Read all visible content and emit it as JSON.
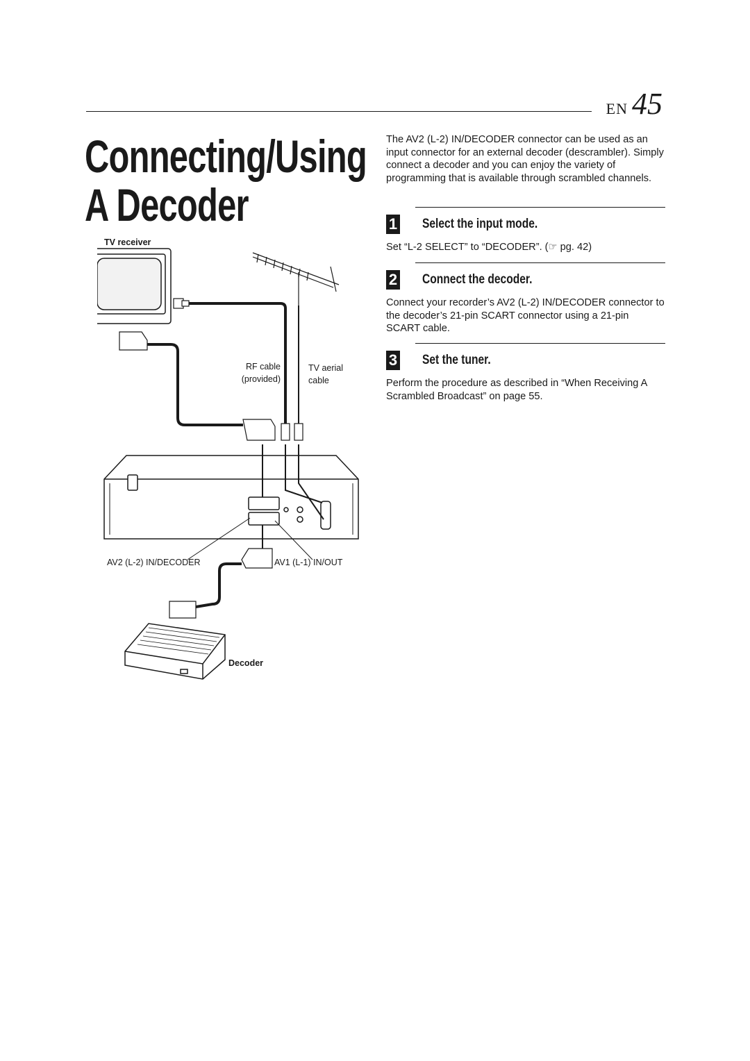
{
  "header": {
    "lang": "EN",
    "page_number": "45"
  },
  "title": {
    "line1": "Connecting/Using",
    "line2": "A Decoder"
  },
  "intro": "The AV2 (L-2) IN/DECODER connector can be used as an input connector for an external decoder (descrambler). Simply connect a decoder and you can enjoy the variety of programming that is available through scrambled channels.",
  "steps": [
    {
      "number": "1",
      "title": "Select the input mode.",
      "body": "Set “L-2 SELECT” to “DECODER”. (☞ pg. 42)"
    },
    {
      "number": "2",
      "title": "Connect the decoder.",
      "body": "Connect your recorder’s AV2 (L-2) IN/DECODER connector to the decoder’s 21-pin SCART connector using a 21-pin SCART cable."
    },
    {
      "number": "3",
      "title": "Set the tuner.",
      "body": "Perform the procedure as described in “When Receiving A Scrambled Broadcast” on page 55."
    }
  ],
  "diagram": {
    "tv_receiver": "TV receiver",
    "rf_cable_1": "RF cable",
    "rf_cable_2": "(provided)",
    "tv_aerial_1": "TV aerial",
    "tv_aerial_2": "cable",
    "av2_label": "AV2 (L-2) IN/DECODER",
    "av1_label": "AV1 (L-1) IN/OUT",
    "decoder": "Decoder",
    "icons": [
      "tv-receiver-icon",
      "aerial-antenna-icon",
      "scart-plug-icon",
      "rf-plug-icon",
      "recorder-rear-panel-icon",
      "decoder-box-icon"
    ]
  }
}
